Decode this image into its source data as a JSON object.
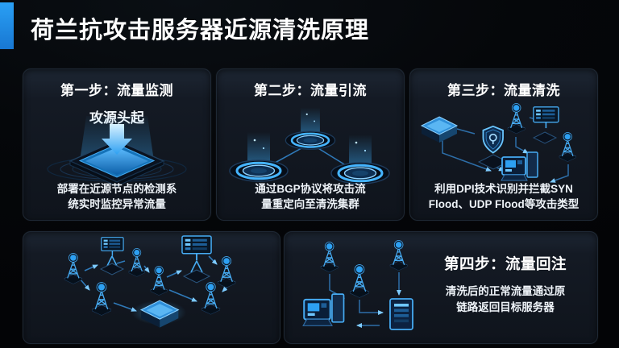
{
  "slide": {
    "title": "荷兰抗攻击服务器近源清洗原理"
  },
  "steps": [
    {
      "title": "第一步：流量监测",
      "subtitle": "攻源头起",
      "desc": "部署在近源节点的检测系统实时监控异常流量",
      "icon": "monitor-platform-icon"
    },
    {
      "title": "第二步：流量引流",
      "desc": "通过BGP协议将攻击流量重定向至清洗集群",
      "icon": "node-network-icon"
    },
    {
      "title": "第三步：流量清洗",
      "desc": "利用DPI技术识别并拦截SYN Flood、UDP Flood等攻击类型",
      "icon": "shield-scrubbing-icon"
    },
    {
      "title": "第四步：流量回注",
      "desc": "清洗后的正常流量通过原链路返回目标服务器",
      "icon": "reinjection-network-icon"
    }
  ],
  "colors": {
    "accent_blue": "#1f8fe8",
    "glow_blue": "#3db0ff",
    "panel_bg": "#131922",
    "page_bg": "#04060a",
    "text": "#f2f6fa"
  }
}
